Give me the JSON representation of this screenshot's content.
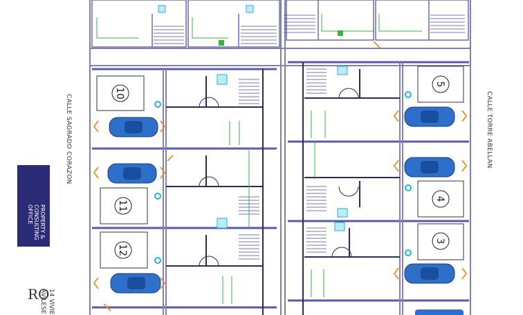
{
  "streets": {
    "left": "CALLE SAGRADO CORAZON",
    "right": "CALLE TORRE ABELLAN"
  },
  "brand": {
    "name_line1": "PROPERTY &",
    "name_line2": "CONSULTING",
    "name_line3": "OFFICE",
    "icon": "globe-logo-icon"
  },
  "corner": {
    "line1": "14 VIVIE",
    "line2": "AVILESE",
    "partial_logo": "RO"
  },
  "parking_spots": [
    "10",
    "11",
    "12",
    "5",
    "4",
    "3"
  ],
  "colors": {
    "wall": "#9090c8",
    "wall_dark": "#2a2a60",
    "car": "#2d6fc9",
    "marker": "#f08a1c",
    "green": "#3cb043",
    "cyan": "#1fb5d8",
    "logo_bg": "#2b2b78"
  }
}
